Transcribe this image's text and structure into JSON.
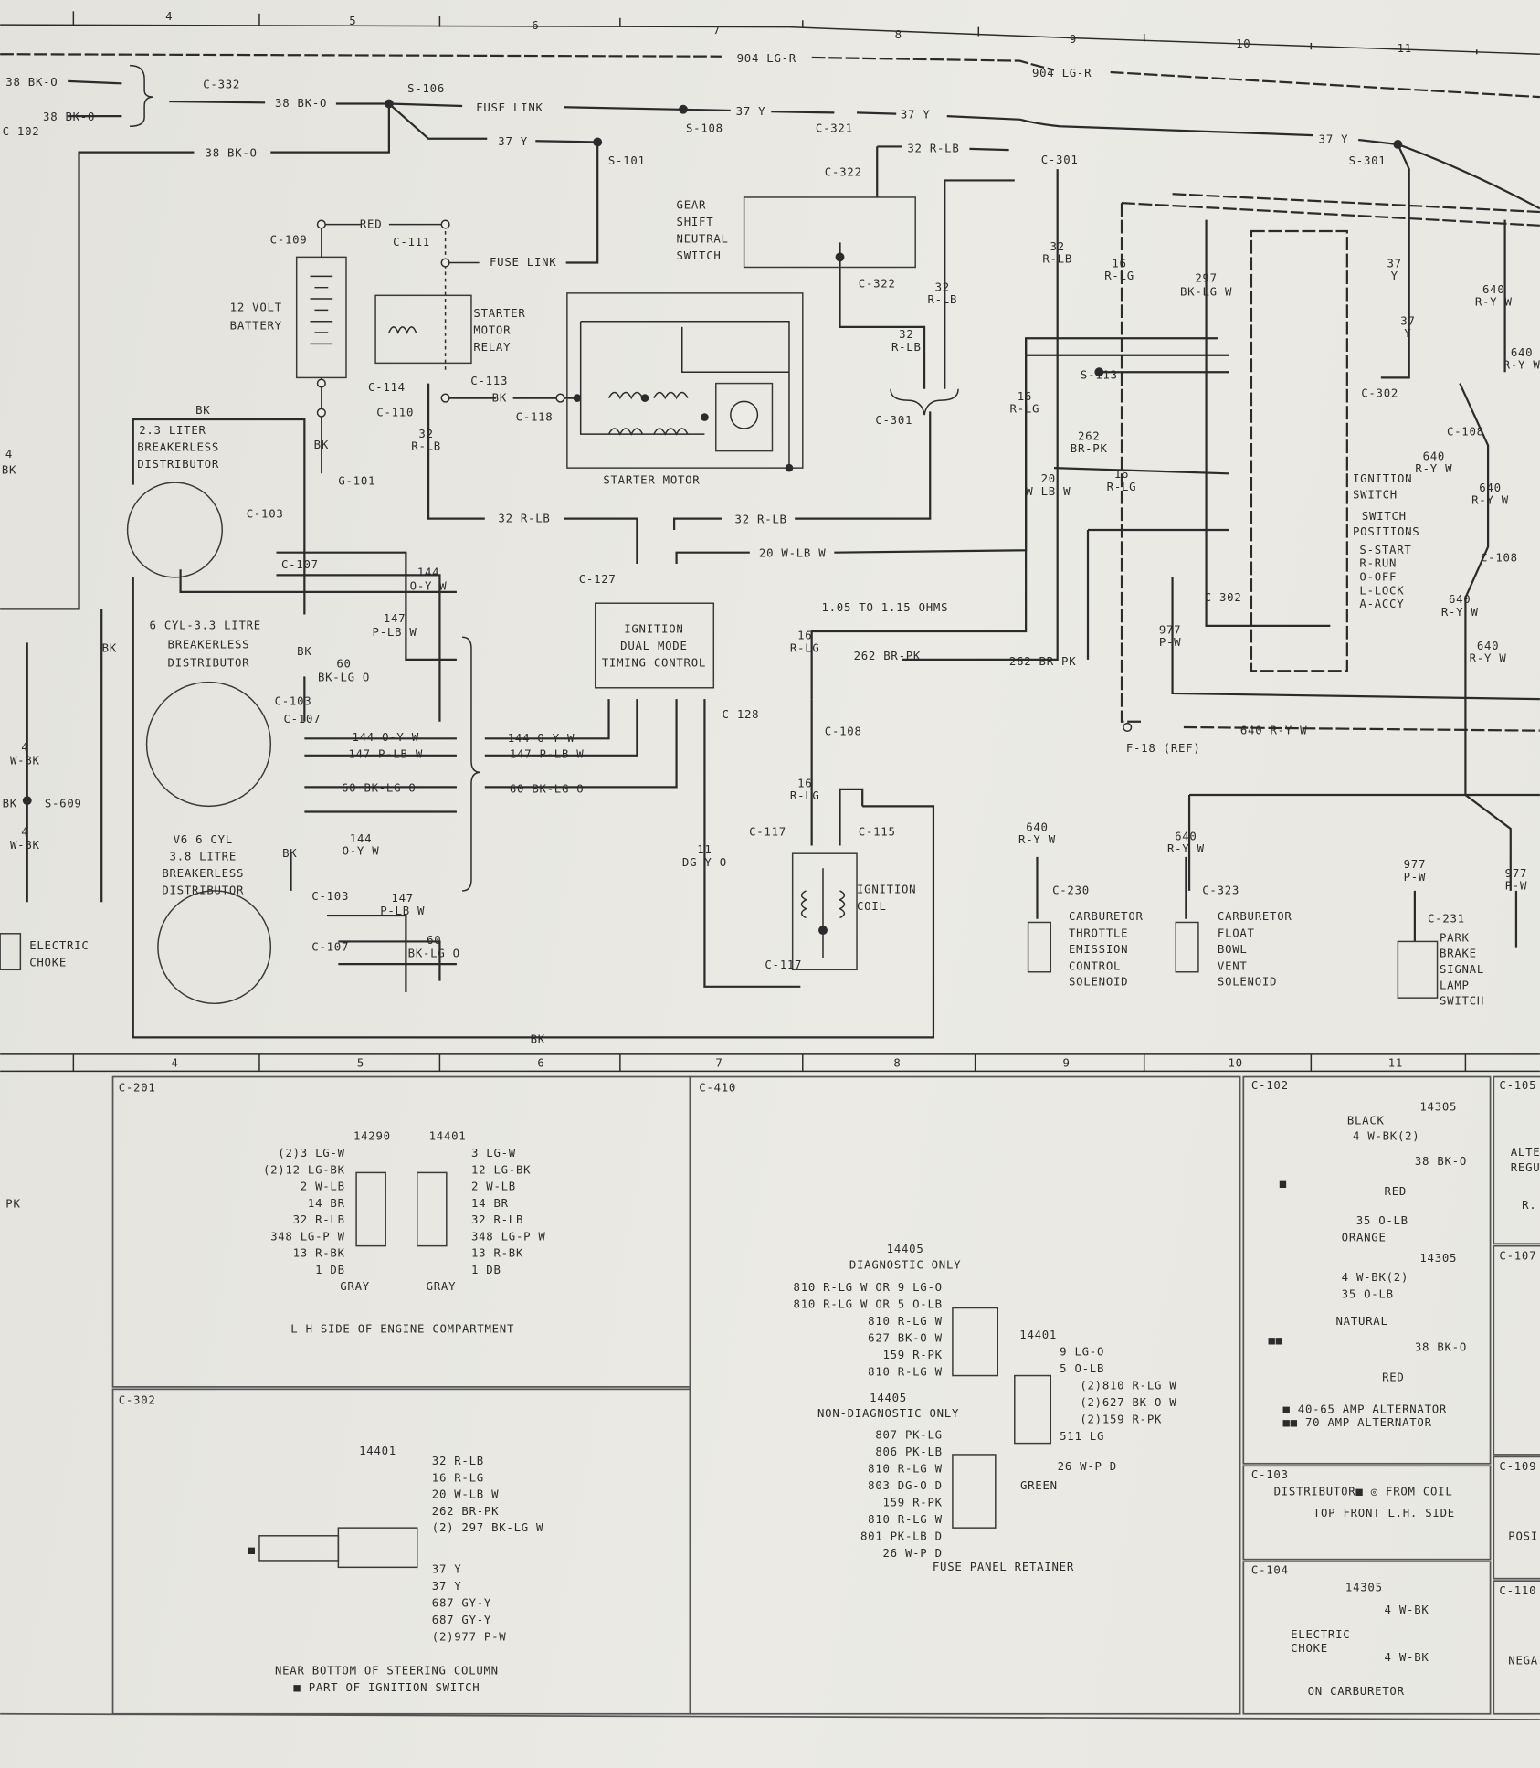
{
  "ruler_top": [
    "4",
    "5",
    "6",
    "7",
    "8",
    "9",
    "10",
    "11"
  ],
  "ruler_bottom": [
    "4",
    "5",
    "6",
    "7",
    "8",
    "9",
    "10",
    "11"
  ],
  "d": {
    "a1": "904 LG-R",
    "a2": "904 LG-R",
    "a3": "38 BK-O",
    "a4": "38 BK-O",
    "a5": "C-102",
    "a6": "C-332",
    "a7": "38 BK-O",
    "a8": "S-106",
    "a9": "FUSE LINK",
    "a10": "37 Y",
    "a11": "S-108",
    "a12": "C-321",
    "a13": "37 Y",
    "a14": "38 BK-O",
    "a15": "37 Y",
    "a16": "S-101",
    "a17": "32 R-LB",
    "a18": "C-322",
    "a19": "C-301",
    "a20": "37 Y",
    "a21": "S-301",
    "g1": "GEAR",
    "g2": "SHIFT",
    "g3": "NEUTRAL",
    "g4": "SWITCH",
    "b1": "C-109",
    "b2": "RED",
    "b3": "C-111",
    "b4": "FUSE LINK",
    "b5": "12 VOLT",
    "b6": "BATTERY",
    "b7": "STARTER",
    "b8": "MOTOR",
    "b9": "RELAY",
    "b10": "C-322",
    "b11": "32",
    "b12": "R-LB",
    "b13": "32",
    "b14": "R-LB",
    "b15": "32",
    "b16": "R-LB",
    "b17": "16",
    "b18": "R-LG",
    "b19": "297",
    "b20": "BK-LG W",
    "b21": "37",
    "b22": "Y",
    "b23": "37",
    "b24": "Y",
    "b25": "640",
    "b26": "R-Y W",
    "b27": "640",
    "b28": "R-Y W",
    "c1": "C-114",
    "c2": "C-113",
    "c3": "BK",
    "c4": "C-118",
    "c5": "C-110",
    "c6": "BK",
    "c7": "G-101",
    "c8": "32",
    "c9": "R-LB",
    "c10": "STARTER MOTOR",
    "c11": "C-301",
    "c12": "16",
    "c13": "R-LG",
    "c14": "S-113",
    "c15": "C-302",
    "c16": "262",
    "c17": "BR-PK",
    "c18": "20",
    "c19": "W-LB W",
    "c20": "16",
    "c21": "R-LG",
    "c22": "C-108",
    "c23": "640",
    "c24": "R-Y W",
    "c25": "640",
    "c26": "R-Y W",
    "s1": "IGNITION",
    "s2": "SWITCH",
    "s3": "SWITCH",
    "s4": "POSITIONS",
    "s5": "S-START",
    "s6": "R-RUN",
    "s7": "O-OFF",
    "s8": "L-LOCK",
    "s9": "A-ACCY",
    "e1": "BK",
    "e2": "2.3 LITER",
    "e3": "BREAKERLESS",
    "e4": "DISTRIBUTOR",
    "e5": "C-103",
    "e6": "C-107",
    "e7": "144",
    "e8": "O-Y W",
    "e9": "147",
    "e10": "P-LB W",
    "e11": "60",
    "e12": "BK-LG O",
    "e13": "32 R-LB",
    "e14": "32 R-LB",
    "e15": "20 W-LB W",
    "e16": "C-127",
    "e17": "IGNITION",
    "e18": "DUAL MODE",
    "e19": "TIMING CONTROL",
    "e20": "1.05 TO 1.15 OHMS",
    "e21": "16",
    "e22": "R-LG",
    "e23": "262 BR-PK",
    "e24": "262 BR-PK",
    "e25": "C-302",
    "e26": "977",
    "e27": "P-W",
    "e28": "C-108",
    "e29": "640",
    "e30": "R-Y W",
    "e31": "640",
    "e32": "R-Y W",
    "f1": "6 CYL-3.3 LITRE",
    "f2": "BREAKERLESS",
    "f3": "DISTRIBUTOR",
    "f4": "BK",
    "f5": "BK",
    "f6": "C-103",
    "f7": "C-107",
    "f8": "144 O-Y W",
    "f9": "147 P-LB W",
    "f10": "60 BK-LG O",
    "f11": "144 O-Y W",
    "f12": "147 P-LB W",
    "f13": "60 BK-LG O",
    "f14": "C-128",
    "f15": "C-108",
    "f16": "F-18 (REF)",
    "f17": "640 R-Y W",
    "f18": "16",
    "f19": "R-LG",
    "f20": "C-117",
    "f21": "C-115",
    "f22": "11",
    "f23": "DG-Y O",
    "f24": "IGNITION",
    "f25": "COIL",
    "f26": "640",
    "f27": "R-Y W",
    "f28": "640",
    "f29": "R-Y W",
    "f30": "C-230",
    "f31": "C-323",
    "f32": "977",
    "f33": "P-W",
    "f34": "C-231",
    "f35": "977",
    "f36": "P-W",
    "h1": "CARBURETOR",
    "h2": "THROTTLE",
    "h3": "EMISSION",
    "h4": "CONTROL",
    "h5": "SOLENOID",
    "h6": "CARBURETOR",
    "h7": "FLOAT",
    "h8": "BOWL",
    "h9": "VENT",
    "h10": "SOLENOID",
    "h11": "PARK",
    "h12": "BRAKE",
    "h13": "SIGNAL",
    "h14": "LAMP",
    "h15": "SWITCH",
    "v1": "V6  6 CYL",
    "v2": "3.8 LITRE",
    "v3": "BREAKERLESS",
    "v4": "DISTRIBUTOR",
    "v5": "BK",
    "v6": "C-103",
    "v7": "144",
    "v8": "O-Y W",
    "v9": "147",
    "v10": "P-LB W",
    "v11": "60",
    "v12": "BK-LG O",
    "v13": "C-107",
    "v14": "C-117",
    "v15": "BK",
    "v16": "ELECTRIC",
    "v17": "CHOKE",
    "l1": "4",
    "l2": "BK",
    "l3": "4",
    "l4": "W-BK",
    "l5": "S-609",
    "l6": "4",
    "l7": "W-BK",
    "l8": "BK"
  },
  "panels": {
    "left": {
      "text": "PK"
    },
    "c201": {
      "title": "C-201",
      "part_left": "14290",
      "part_right": "14401",
      "left": [
        "(2)3 LG-W",
        "(2)12 LG-BK",
        "2 W-LB",
        "14 BR",
        "32 R-LB",
        "348 LG-P W",
        "13 R-BK",
        "1 DB"
      ],
      "right": [
        "3 LG-W",
        "12 LG-BK",
        "2 W-LB",
        "14 BR",
        "32 R-LB",
        "348 LG-P W",
        "13 R-BK",
        "1 DB"
      ],
      "gray_left": "GRAY",
      "gray_right": "GRAY",
      "caption": "L H SIDE OF ENGINE COMPARTMENT"
    },
    "c302": {
      "title": "C-302",
      "part": "14401",
      "upper": [
        "32 R-LB",
        "16 R-LG",
        "20 W-LB W",
        "262 BR-PK",
        "(2) 297 BK-LG W"
      ],
      "lower": [
        "37 Y",
        "37 Y",
        "687 GY-Y",
        "687 GY-Y",
        "(2)977 P-W"
      ],
      "marker": "■",
      "caption1": "NEAR BOTTOM OF STEERING COLUMN",
      "caption2": "■ PART OF IGNITION SWITCH"
    },
    "c410": {
      "title": "C-410",
      "diag_part": "14405",
      "diag_label": "DIAGNOSTIC ONLY",
      "diag": [
        "810 R-LG W OR 9 LG-O",
        "810 R-LG W OR 5 O-LB",
        "810 R-LG W",
        "627 BK-O W",
        "159 R-PK",
        "810 R-LG W"
      ],
      "fuse_part": "14401",
      "fuse": [
        "9 LG-O",
        "5 O-LB",
        "(2)810 R-LG W",
        "(2)627 BK-O W",
        "(2)159 R-PK",
        "511 LG"
      ],
      "fuse_extra": "26 W-P D",
      "green": "GREEN",
      "nondiag_part": "14405",
      "nondiag_label": "NON-DIAGNOSTIC ONLY",
      "nondiag": [
        "807 PK-LG",
        "806 PK-LB",
        "810 R-LG W",
        "803 DG-O D",
        "159 R-PK",
        "810 R-LG W",
        "801 PK-LB D",
        "26 W-P D"
      ],
      "caption": "FUSE PANEL RETAINER"
    },
    "c102": {
      "title": "C-102",
      "part1": "14305",
      "black": "BLACK",
      "w1": "4 W-BK(2)",
      "w2": "38 BK-O",
      "m1": "■",
      "red1": "RED",
      "w3": "35 O-LB",
      "orange": "ORANGE",
      "part2": "14305",
      "w4": "4 W-BK(2)",
      "w5": "35 O-LB",
      "natural": "NATURAL",
      "m2": "■■",
      "w6": "38 BK-O",
      "red2": "RED",
      "note1": "■ 40-65 AMP ALTERNATOR",
      "note2": "■■ 70 AMP ALTERNATOR"
    },
    "c103": {
      "title": "C-103",
      "line1": "DISTRIBUTOR■ ◎ FROM COIL",
      "line2": "TOP FRONT L.H. SIDE"
    },
    "c104": {
      "title": "C-104",
      "part": "14305",
      "w1": "4 W-BK",
      "label1": "ELECTRIC",
      "label2": "CHOKE",
      "w2": "4 W-BK",
      "caption": "ON CARBURETOR"
    },
    "c105": {
      "title": "C-105",
      "t1": "ALTE",
      "t2": "REGU",
      "t3": "R."
    },
    "c107": {
      "title": "C-107"
    },
    "c109": {
      "title": "C-109",
      "t1": "POSI"
    },
    "c110": {
      "title": "C-110",
      "t1": "NEGA"
    }
  }
}
